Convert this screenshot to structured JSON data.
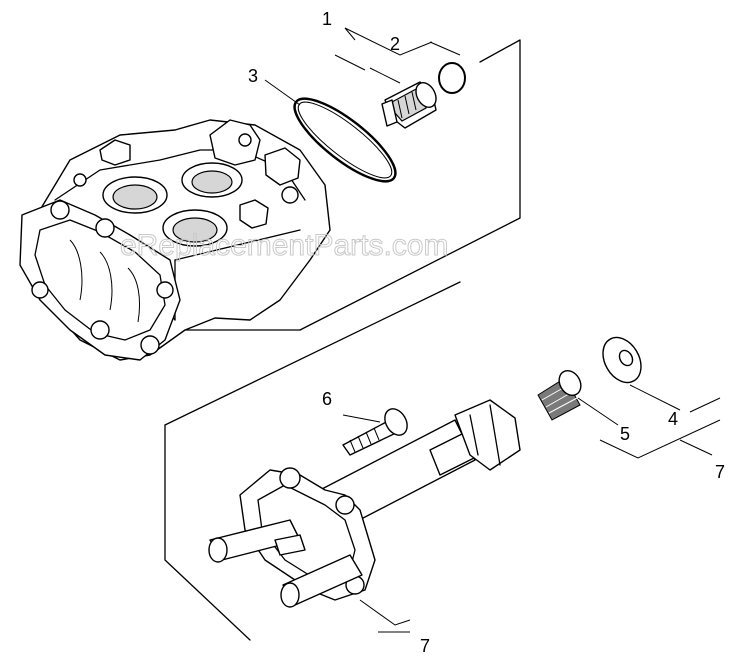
{
  "watermark": "eReplacementParts.com",
  "callouts": {
    "c1": "1",
    "c2": "2",
    "c3": "3",
    "c4": "4",
    "c5": "5",
    "c6": "6",
    "c7a": "7",
    "c7b": "7"
  }
}
